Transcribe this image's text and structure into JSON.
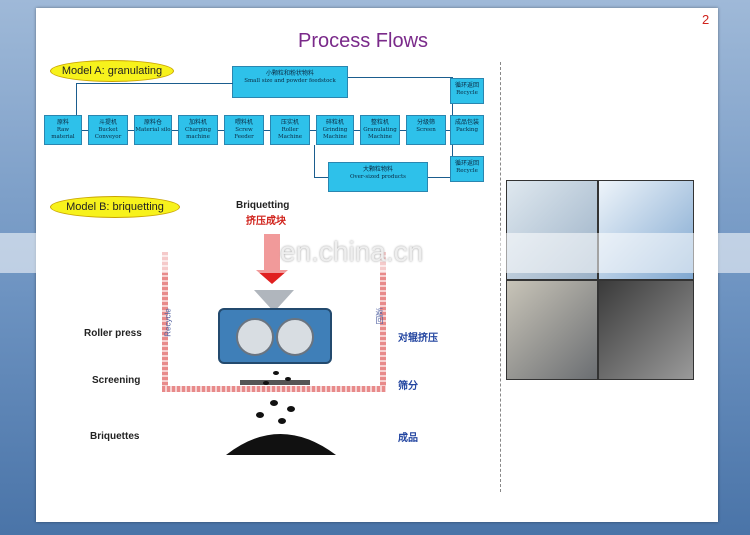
{
  "page": {
    "title": "Process Flows",
    "page_number": "2"
  },
  "model_a": {
    "label": "Model A: granulating",
    "feedstock_zh": "小颗粒和粉状物料",
    "feedstock_en": "Small size and powder feedstock",
    "oversize_zh": "大颗粒物料",
    "oversize_en": "Over-sized products",
    "steps": [
      {
        "zh": "原料",
        "en": "Raw material"
      },
      {
        "zh": "斗提机",
        "en": "Bucket Conveyor"
      },
      {
        "zh": "原料仓",
        "en": "Material silo"
      },
      {
        "zh": "加料机",
        "en": "Charging machine"
      },
      {
        "zh": "喂料机",
        "en": "Screw Feeder"
      },
      {
        "zh": "压实机",
        "en": "Roller Machine"
      },
      {
        "zh": "碎粒机",
        "en": "Grinding Machine"
      },
      {
        "zh": "整粒机",
        "en": "Granulating Machine"
      },
      {
        "zh": "分级筛",
        "en": "Screen"
      },
      {
        "zh": "成品包装",
        "en": "Packing"
      }
    ],
    "recycle_top": {
      "zh": "循环返回",
      "en": "Recycle"
    },
    "recycle_bottom": {
      "zh": "循环返回",
      "en": "Recycle"
    }
  },
  "model_b": {
    "label": "Model B: briquetting",
    "briquetting_en": "Briquetting",
    "briquetting_zh": "挤压成块",
    "roller_press": "Roller press",
    "roller_press_zh": "对辊挤压",
    "screening": "Screening",
    "screening_zh": "筛分",
    "briquettes": "Briquettes",
    "briquettes_zh": "成品",
    "recycle": "Recycle",
    "recycle_zh": "返回"
  },
  "watermark": "en.china.cn"
}
